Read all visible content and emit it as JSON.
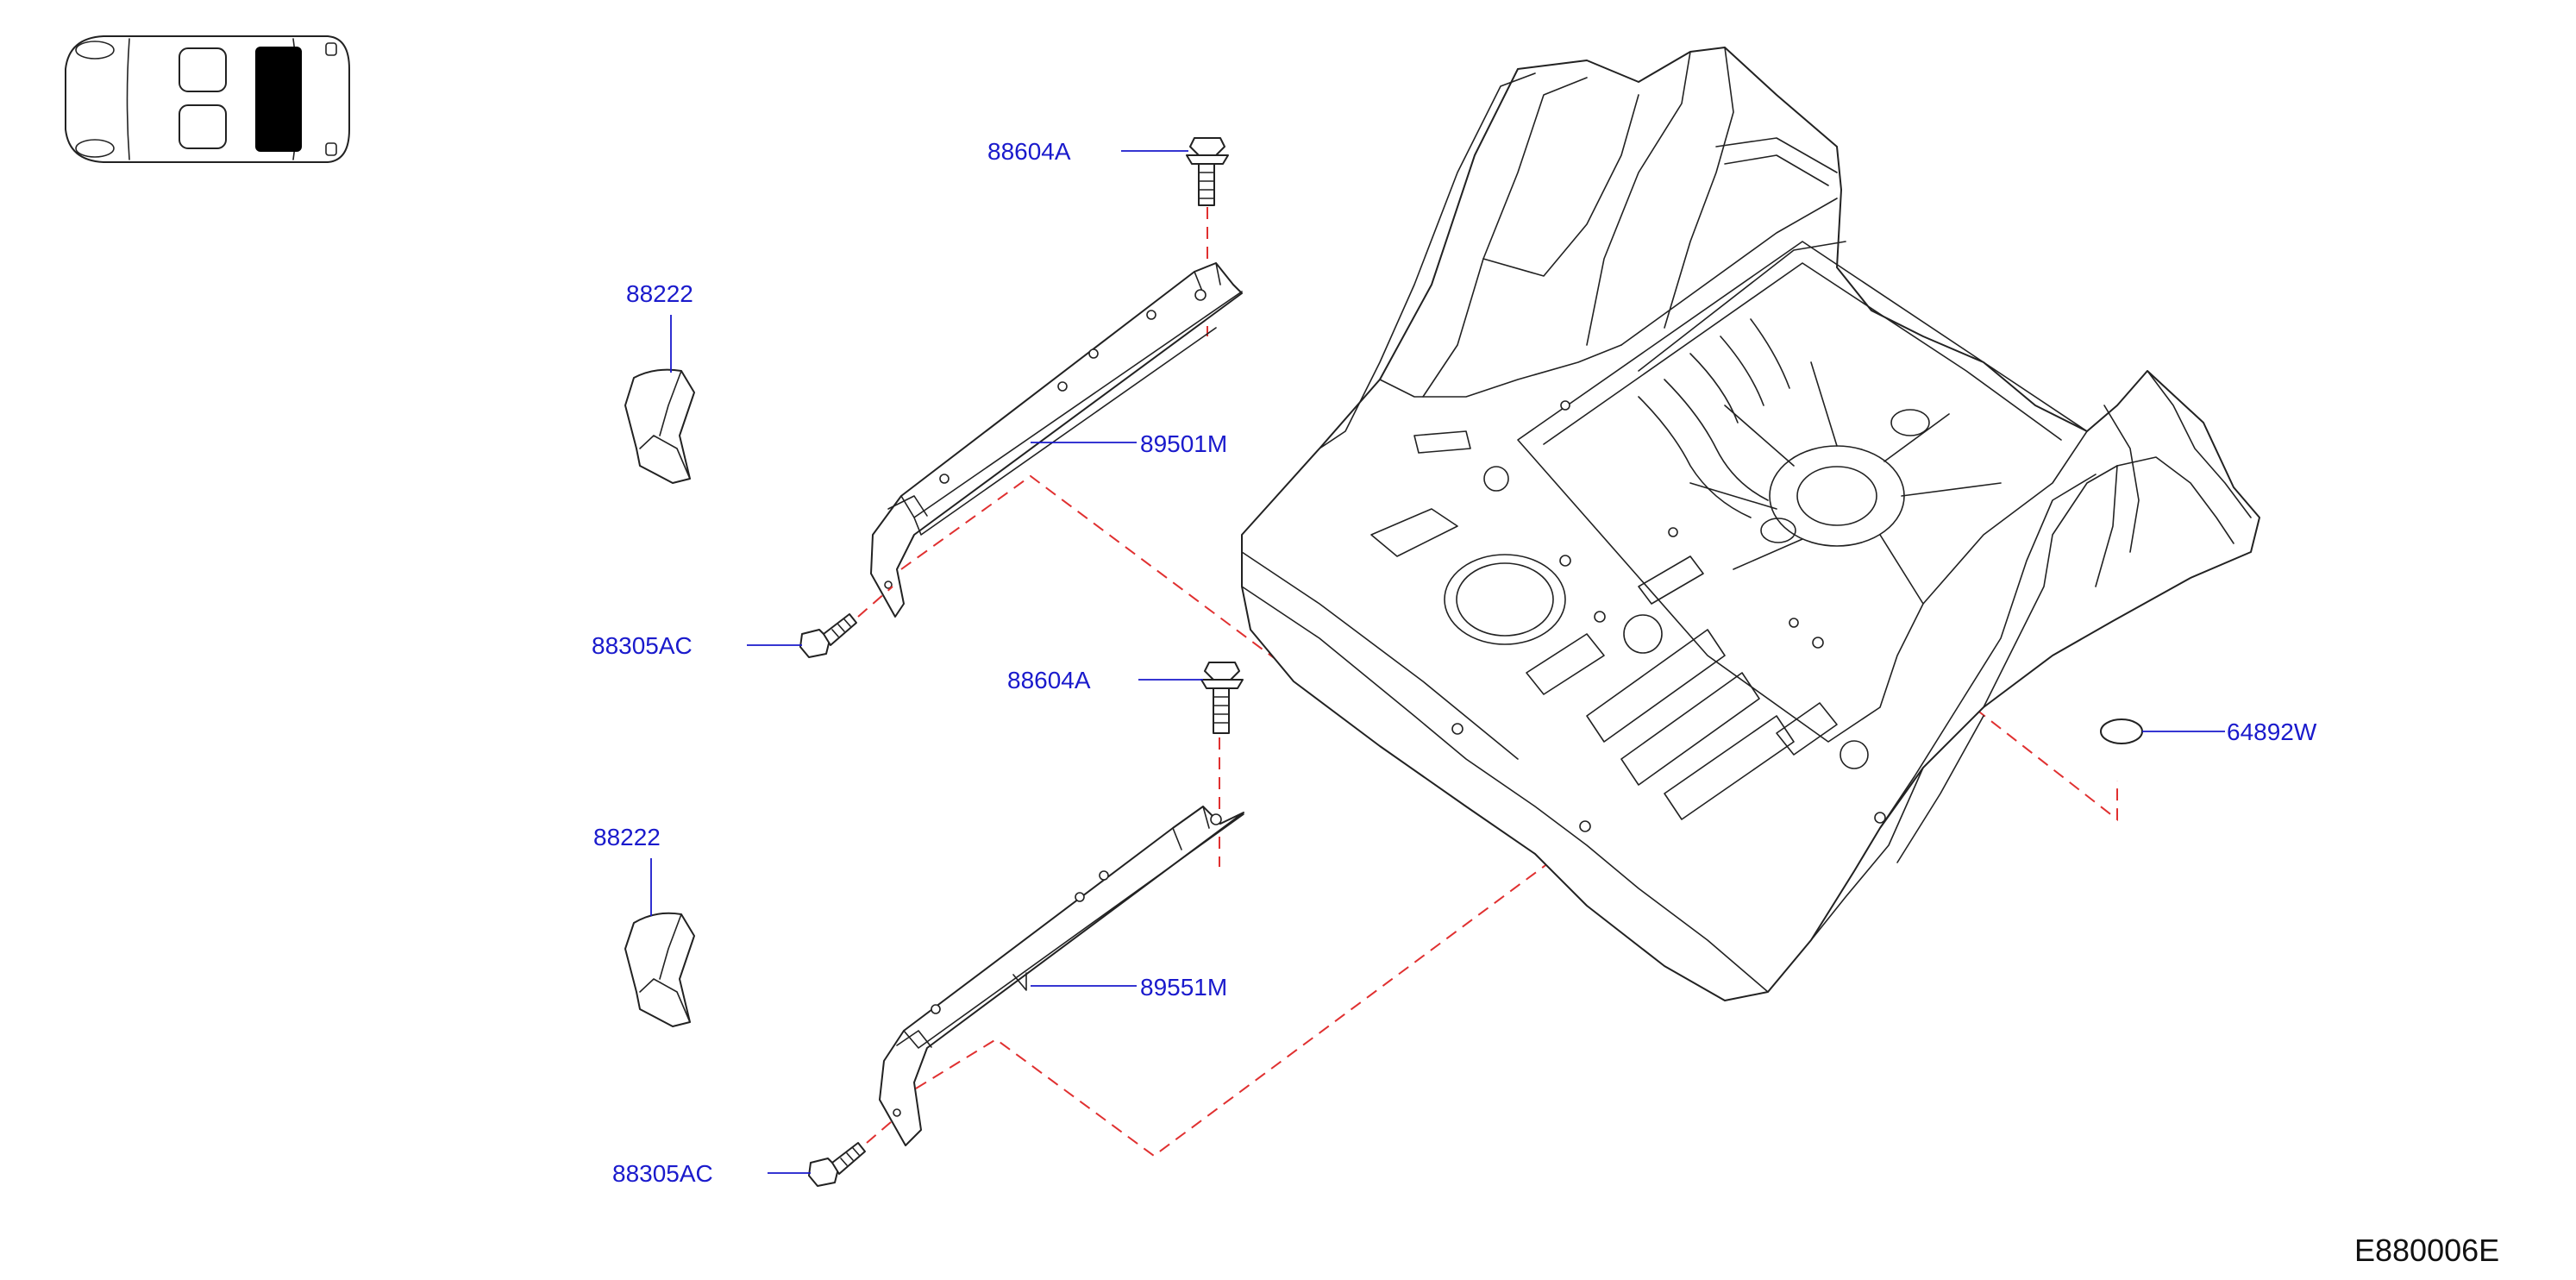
{
  "diagram": {
    "code": "E880006E",
    "callouts": {
      "bolt_upper": "88604A",
      "bracket_upper": "88222",
      "rail_upper": "89501M",
      "screw_upper": "88305AC",
      "bolt_lower": "88604A",
      "bracket_lower": "88222",
      "rail_lower": "89551M",
      "screw_lower": "88305AC",
      "plug": "64892W"
    }
  },
  "colors": {
    "callout_text": "#1a1acc",
    "leader_line": "#1a1acc",
    "assembly_dash": "#e03030",
    "outline": "#222222",
    "highlight_area": "#000000"
  },
  "icons": {
    "car_locator": "car-top-view-icon"
  }
}
